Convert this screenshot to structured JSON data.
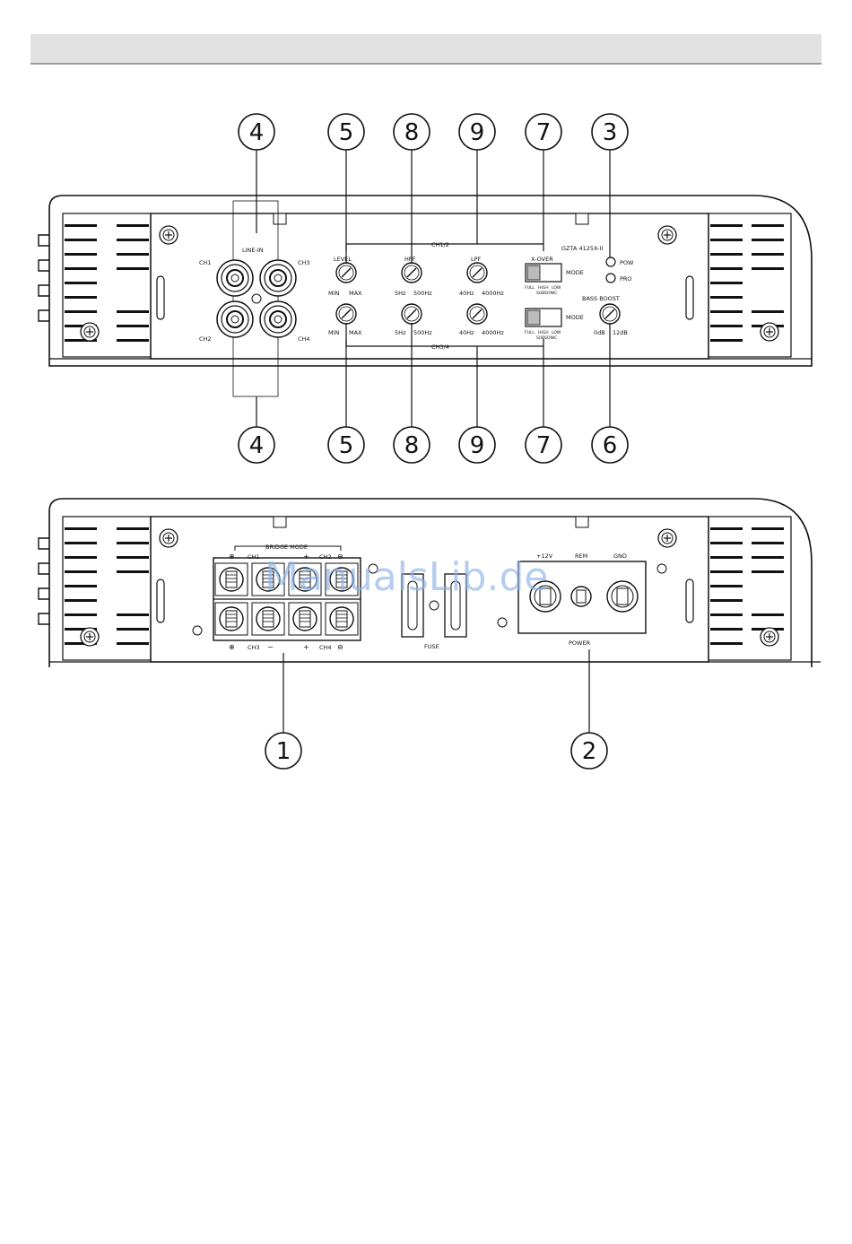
{
  "watermark": "ManualsLib.de",
  "top_panel": {
    "callouts_top": [
      "4",
      "5",
      "8",
      "9",
      "7",
      "3"
    ],
    "callouts_bottom": [
      "4",
      "5",
      "8",
      "9",
      "7",
      "6"
    ],
    "line_in": "LINE-IN",
    "ch1": "CH1",
    "ch2": "CH2",
    "ch3": "CH3",
    "ch4": "CH4",
    "ch12": "CH1/2",
    "ch34": "CH3/4",
    "level": "LEVEL",
    "hpf": "HPF",
    "lpf": "LPF",
    "min": "MIN",
    "max": "MAX",
    "hz5": "5Hz",
    "hz500": "500Hz",
    "hz40": "40Hz",
    "hz4000": "4000Hz",
    "xover": "X-OVER",
    "mode": "MODE",
    "full": "FULL",
    "high": "HIGH",
    "low": "LOW",
    "subsonic": "SUBSONIC",
    "model": "GZTA 4125X-II",
    "pow": "POW",
    "pro": "PRO",
    "bass_boost": "BASS BOOST",
    "db0": "0dB",
    "db12": "12dB"
  },
  "bottom_panel": {
    "callouts": [
      "1",
      "2"
    ],
    "bridge_mode": "BRIDGE MODE",
    "ch1": "CH1",
    "ch2": "CH2",
    "ch3": "CH3",
    "ch4": "CH4",
    "plus": "+",
    "minus": "−",
    "pos": "⊕",
    "neg": "⊖",
    "fuse": "FUSE",
    "power": "POWER",
    "v12": "+12V",
    "rem": "REM",
    "gnd": "GND"
  }
}
